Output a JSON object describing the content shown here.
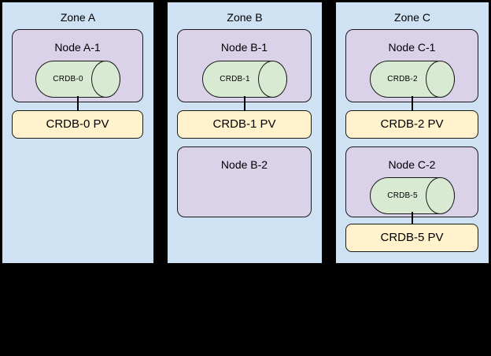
{
  "diagram": {
    "type": "kubernetes-zones-storage-diagram",
    "background_color": "#000000",
    "colors": {
      "zone_fill": "#cfe2f3",
      "node_fill": "#d9d2e9",
      "cylinder_fill": "#d9ead3",
      "pv_fill": "#fff2cc",
      "border": "#000000",
      "text": "#000000"
    },
    "zones": [
      {
        "label": "Zone A",
        "nodes": [
          {
            "label": "Node A-1",
            "cylinder_label": "CRDB-0",
            "pv_label": "CRDB-0 PV"
          }
        ]
      },
      {
        "label": "Zone B",
        "nodes": [
          {
            "label": "Node B-1",
            "cylinder_label": "CRDB-1",
            "pv_label": "CRDB-1 PV"
          },
          {
            "label": "Node B-2"
          }
        ]
      },
      {
        "label": "Zone C",
        "nodes": [
          {
            "label": "Node C-1",
            "cylinder_label": "CRDB-2",
            "pv_label": "CRDB-2 PV"
          },
          {
            "label": "Node C-2",
            "cylinder_label": "CRDB-5",
            "pv_label": "CRDB-5 PV"
          }
        ]
      }
    ]
  }
}
